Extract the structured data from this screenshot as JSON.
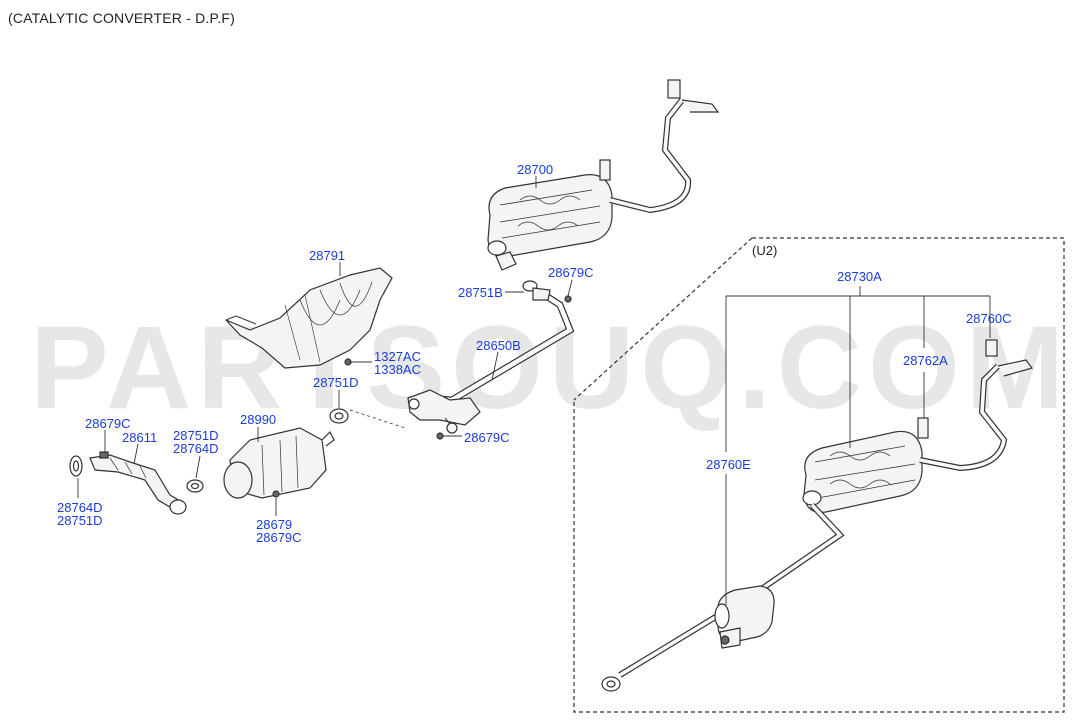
{
  "title": "(CATALYTIC CONVERTER - D.P.F)",
  "watermark": "PARTSOUQ.COM",
  "option_label": "(U2)",
  "part_labels": {
    "p28700": "28700",
    "p28791": "28791",
    "p28751B": "28751B",
    "p28679C_top": "28679C",
    "p1327AC": "1327AC",
    "p1338AC": "1338AC",
    "p28650B": "28650B",
    "p28751D_mid": "28751D",
    "p28679C_mid": "28679C",
    "p28990": "28990",
    "p28679C_left": "28679C",
    "p28611": "28611",
    "p28751D_left": "28751D",
    "p28764D_left": "28764D",
    "p28764D_bottom": "28764D",
    "p28751D_bottom": "28751D",
    "p28679": "28679",
    "p28679C_bottom": "28679C",
    "p28730A": "28730A",
    "p28760C": "28760C",
    "p28762A": "28762A",
    "p28760E": "28760E"
  },
  "colors": {
    "link": "#1a3dd6",
    "line": "#333333",
    "fill": "#f4f4f4",
    "watermark": "#e6e6e6"
  }
}
